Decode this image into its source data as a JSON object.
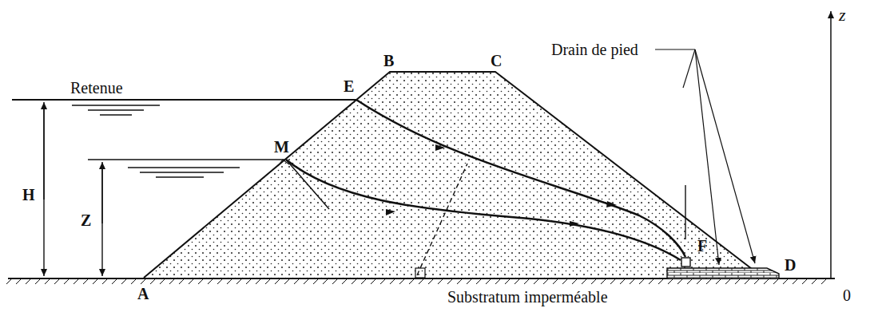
{
  "diagram": {
    "labels": [
      "Retenue",
      "B",
      "C",
      "E",
      "M",
      "H",
      "Z",
      "Drain de pied",
      "F",
      "D",
      "A",
      "Substratum imperméable",
      "0",
      "z"
    ]
  }
}
